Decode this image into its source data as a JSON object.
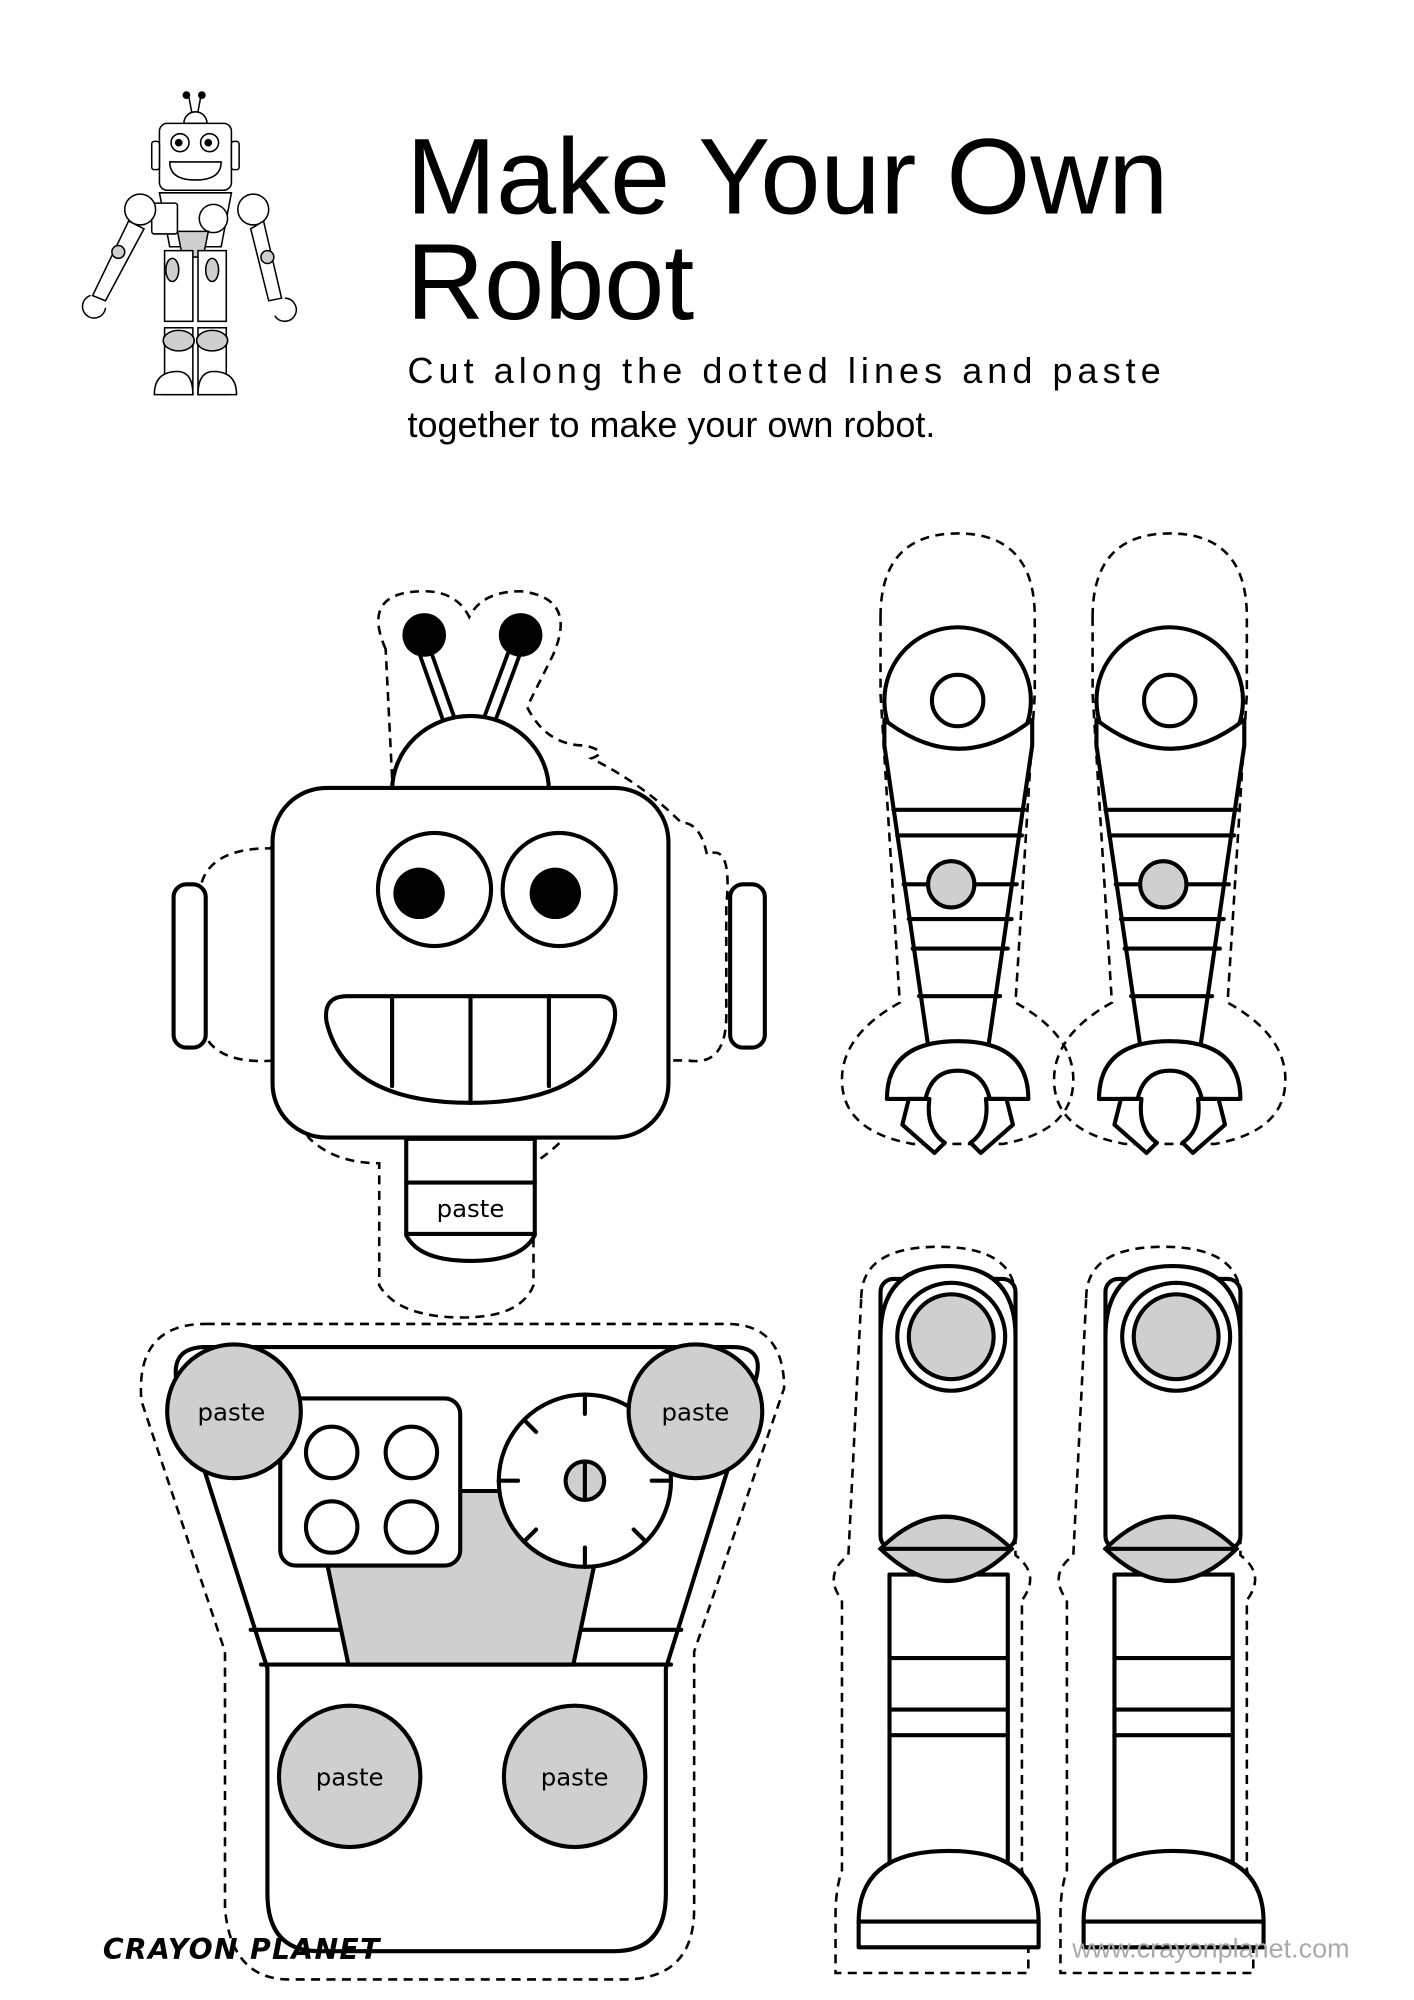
{
  "header": {
    "title_line1": "Make Your Own",
    "title_line2": "Robot",
    "instructions_line1": "Cut along the dotted lines and paste",
    "instructions_line2": "together to make your own robot."
  },
  "labels": {
    "paste": "paste"
  },
  "footer": {
    "brand": "CRAYON PLANET",
    "url": "www.crayonplanet.com"
  },
  "colors": {
    "gray_fill": "#cfcfcf",
    "url_text": "#aaaaaa"
  }
}
